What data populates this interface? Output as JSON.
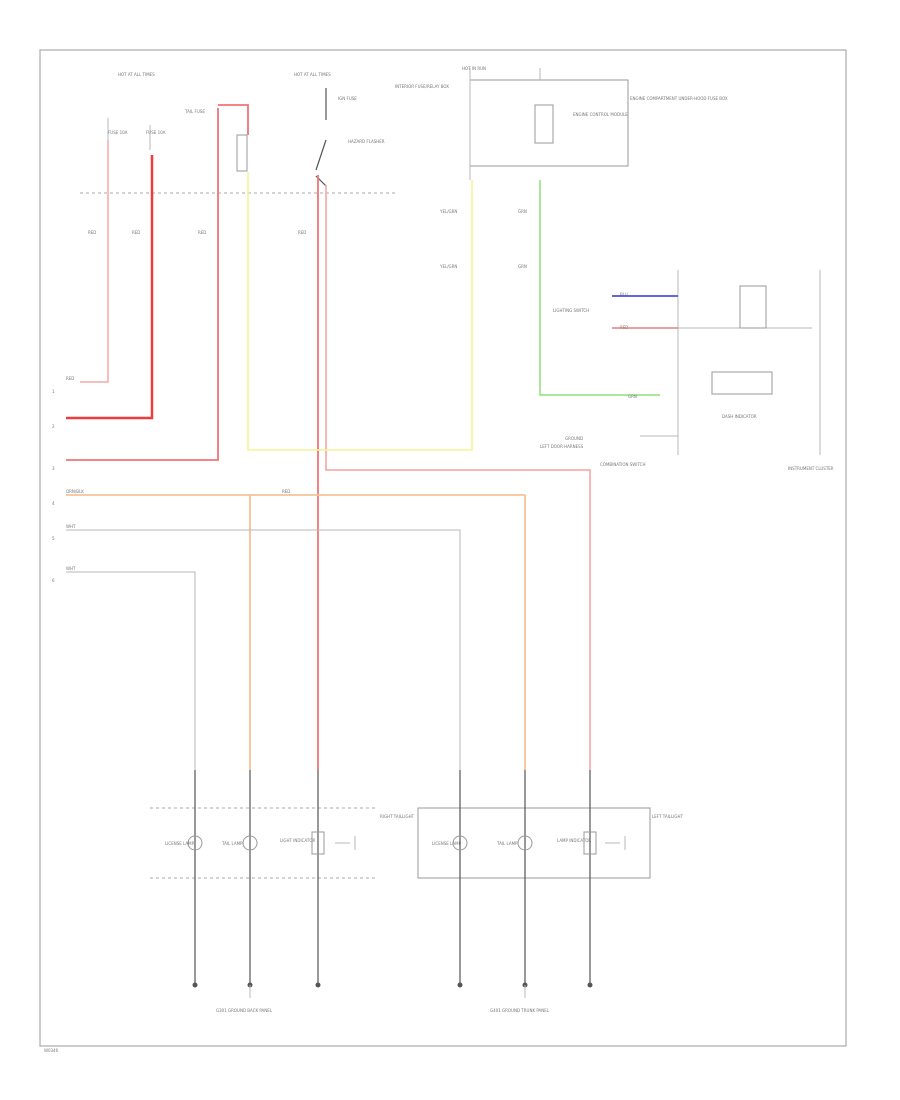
{
  "diagram": {
    "footer_code": "W0346",
    "top_labels": {
      "hot_all_times": "HOT AT ALL TIMES",
      "hot_all_times_2": "HOT AT ALL TIMES",
      "relay_group": "INTERIOR FUSE/RELAY BOX",
      "hot_run": "HOT IN RUN",
      "ign_fuse": "IGN FUSE",
      "fuse_a": "FUSE 10A",
      "fuse_b": "FUSE 10A",
      "tail_fuse": "TAIL FUSE",
      "flasher": "HAZARD FLASHER",
      "pcm": "ENGINE CONTROL MODULE",
      "module_note": "ENGINE COMPARTMENT UNDER-HOOD FUSE BOX"
    },
    "wire_labels": [
      "RED",
      "RED",
      "RED",
      "RED",
      "RED",
      "YEL/GRN",
      "YEL/GRN",
      "GRN",
      "GRN",
      "BLU",
      "RED",
      "GRN",
      "ORN/BLK",
      "RED",
      "WHT",
      "WHT"
    ],
    "left_terminals": [
      "1",
      "2",
      "3",
      "4",
      "5",
      "6"
    ],
    "right_labels": {
      "switch_group": "LIGHTING SWITCH",
      "sensor": "DASH INDICATOR",
      "cluster": "INSTRUMENT CLUSTER",
      "ground": "GROUND",
      "combo": "COMBINATION SWITCH",
      "left_harness": "LEFT DOOR HARNESS"
    },
    "lamp_labels": [
      "LICENSE LAMP",
      "TAIL LAMP",
      "LIGHT INDICATOR",
      "LICENSE LAMP",
      "TAIL LAMP",
      "LAMP INDICATOR"
    ],
    "lamp_group_labels": {
      "right": "RIGHT TAILLIGHT",
      "left": "LEFT TAILLIGHT"
    },
    "bottom_labels": {
      "left": "G301 GROUND BACK PANEL",
      "right": "G401 GROUND TRUNK PANEL"
    }
  }
}
